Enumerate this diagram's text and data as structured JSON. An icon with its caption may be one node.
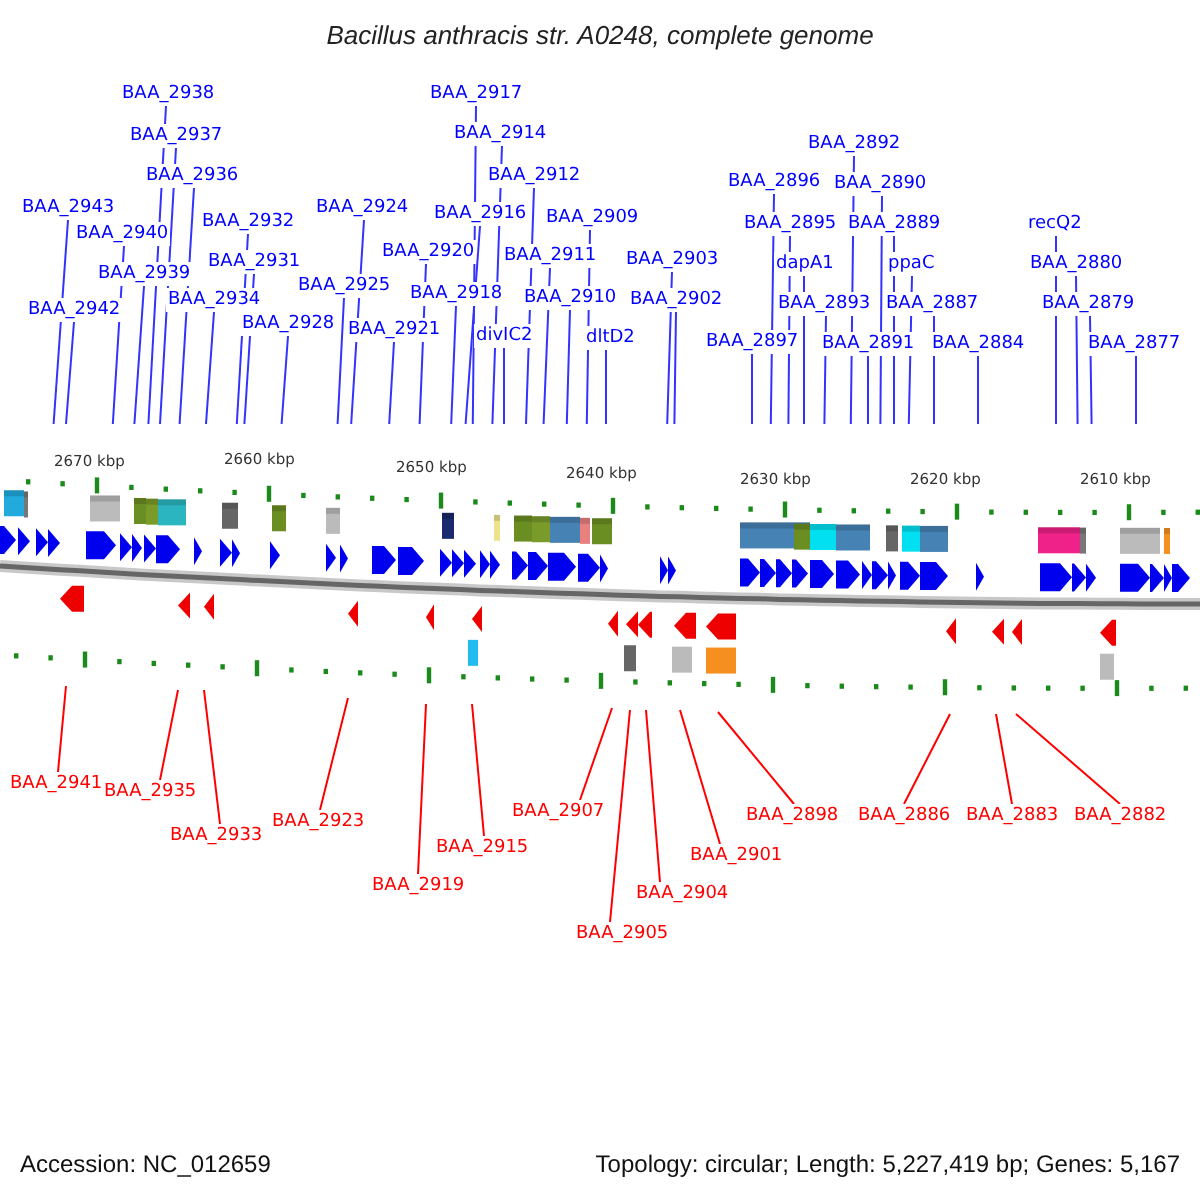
{
  "diagram": {
    "title": "Bacillus anthracis str. A0248, complete genome",
    "nodes": [
      {
        "text": [
          "BAA_2943"
        ]
      },
      {
        "text": [
          "BAA_2942"
        ]
      },
      {
        "text": [
          "BAA_2940"
        ]
      },
      {
        "text": [
          "BAA_2939"
        ]
      },
      {
        "text": [
          "BAA_2938"
        ]
      },
      {
        "text": [
          "BAA_2937"
        ]
      },
      {
        "text": [
          "BAA_2936"
        ]
      },
      {
        "text": [
          "BAA_2934"
        ]
      },
      {
        "text": [
          "BAA_2932"
        ]
      },
      {
        "text": [
          "BAA_2931"
        ]
      },
      {
        "text": [
          "BAA_2928"
        ]
      },
      {
        "text": [
          "BAA_2925"
        ]
      },
      {
        "text": [
          "BAA_2924"
        ]
      },
      {
        "text": [
          "BAA_2921"
        ]
      },
      {
        "text": [
          "BAA_2920"
        ]
      },
      {
        "text": [
          "BAA_2918"
        ]
      },
      {
        "text": [
          "BAA_2917"
        ]
      },
      {
        "text": [
          "BAA_2916"
        ]
      },
      {
        "text": [
          "BAA_2914"
        ]
      },
      {
        "text": [
          "divIC2"
        ]
      },
      {
        "text": [
          "BAA_2912"
        ]
      },
      {
        "text": [
          "BAA_2911"
        ]
      },
      {
        "text": [
          "BAA_2910"
        ]
      },
      {
        "text": [
          "BAA_2909"
        ]
      },
      {
        "text": [
          "dltD2"
        ]
      },
      {
        "text": [
          "BAA_2903"
        ]
      },
      {
        "text": [
          "BAA_2902"
        ]
      },
      {
        "text": [
          "BAA_2897"
        ]
      },
      {
        "text": [
          "BAA_2896"
        ]
      },
      {
        "text": [
          "BAA_2895"
        ]
      },
      {
        "text": [
          "dapA1"
        ]
      },
      {
        "text": [
          "BAA_2893"
        ]
      },
      {
        "text": [
          "BAA_2892"
        ]
      },
      {
        "text": [
          "BAA_2891"
        ]
      },
      {
        "text": [
          "BAA_2890"
        ]
      },
      {
        "text": [
          "BAA_2889"
        ]
      },
      {
        "text": [
          "ppaC"
        ]
      },
      {
        "text": [
          "BAA_2887"
        ]
      },
      {
        "text": [
          "BAA_2884"
        ]
      },
      {
        "text": [
          "recQ2"
        ]
      },
      {
        "text": [
          "BAA_2880"
        ]
      },
      {
        "text": [
          "BAA_2879"
        ]
      },
      {
        "text": [
          "BAA_2877"
        ]
      },
      {
        "text": [
          "BAA_2941"
        ]
      },
      {
        "text": [
          "BAA_2935"
        ]
      },
      {
        "text": [
          "BAA_2933"
        ]
      },
      {
        "text": [
          "BAA_2923"
        ]
      },
      {
        "text": [
          "BAA_2919"
        ]
      },
      {
        "text": [
          "BAA_2915"
        ]
      },
      {
        "text": [
          "BAA_2907"
        ]
      },
      {
        "text": [
          "BAA_2905"
        ]
      },
      {
        "text": [
          "BAA_2904"
        ]
      },
      {
        "text": [
          "BAA_2901"
        ]
      },
      {
        "text": [
          "BAA_2898"
        ]
      },
      {
        "text": [
          "BAA_2886"
        ]
      },
      {
        "text": [
          "BAA_2883"
        ]
      },
      {
        "text": [
          "BAA_2882"
        ]
      }
    ],
    "edges": [
      {
        "from": 0,
        "to": null,
        "arrow": "none"
      },
      {
        "from": 1,
        "to": null,
        "arrow": "none"
      },
      {
        "from": 2,
        "to": null,
        "arrow": "none"
      },
      {
        "from": 3,
        "to": null,
        "arrow": "none"
      },
      {
        "from": 4,
        "to": null,
        "arrow": "none"
      },
      {
        "from": 5,
        "to": null,
        "arrow": "none"
      },
      {
        "from": 6,
        "to": null,
        "arrow": "none"
      },
      {
        "from": 7,
        "to": null,
        "arrow": "none"
      },
      {
        "from": 8,
        "to": null,
        "arrow": "none"
      },
      {
        "from": 9,
        "to": null,
        "arrow": "none"
      },
      {
        "from": 10,
        "to": null,
        "arrow": "none"
      },
      {
        "from": 11,
        "to": null,
        "arrow": "none"
      },
      {
        "from": 12,
        "to": null,
        "arrow": "none"
      },
      {
        "from": 13,
        "to": null,
        "arrow": "none"
      },
      {
        "from": 14,
        "to": null,
        "arrow": "none"
      },
      {
        "from": 15,
        "to": null,
        "arrow": "none"
      },
      {
        "from": 16,
        "to": null,
        "arrow": "none"
      },
      {
        "from": 17,
        "to": null,
        "arrow": "none"
      },
      {
        "from": 18,
        "to": null,
        "arrow": "none"
      },
      {
        "from": 19,
        "to": null,
        "arrow": "none"
      },
      {
        "from": 20,
        "to": null,
        "arrow": "none"
      },
      {
        "from": 21,
        "to": null,
        "arrow": "none"
      },
      {
        "from": 22,
        "to": null,
        "arrow": "none"
      },
      {
        "from": 23,
        "to": null,
        "arrow": "none"
      },
      {
        "from": 24,
        "to": null,
        "arrow": "none"
      },
      {
        "from": 25,
        "to": null,
        "arrow": "none"
      },
      {
        "from": 26,
        "to": null,
        "arrow": "none"
      },
      {
        "from": 27,
        "to": null,
        "arrow": "none"
      },
      {
        "from": 28,
        "to": null,
        "arrow": "none"
      },
      {
        "from": 29,
        "to": null,
        "arrow": "none"
      },
      {
        "from": 30,
        "to": null,
        "arrow": "none"
      },
      {
        "from": 31,
        "to": null,
        "arrow": "none"
      },
      {
        "from": 32,
        "to": null,
        "arrow": "none"
      },
      {
        "from": 33,
        "to": null,
        "arrow": "none"
      },
      {
        "from": 34,
        "to": null,
        "arrow": "none"
      },
      {
        "from": 35,
        "to": null,
        "arrow": "none"
      },
      {
        "from": 36,
        "to": null,
        "arrow": "none"
      },
      {
        "from": 37,
        "to": null,
        "arrow": "none"
      },
      {
        "from": 38,
        "to": null,
        "arrow": "none"
      },
      {
        "from": 39,
        "to": null,
        "arrow": "none"
      },
      {
        "from": 40,
        "to": null,
        "arrow": "none"
      },
      {
        "from": 41,
        "to": null,
        "arrow": "none"
      },
      {
        "from": 42,
        "to": null,
        "arrow": "none"
      },
      {
        "from": 43,
        "to": null,
        "arrow": "none",
        "color": "#ff0000"
      },
      {
        "from": 44,
        "to": null,
        "arrow": "none",
        "color": "#ff0000"
      },
      {
        "from": 45,
        "to": null,
        "arrow": "none",
        "color": "#ff0000"
      },
      {
        "from": 46,
        "to": null,
        "arrow": "none",
        "color": "#ff0000"
      },
      {
        "from": 47,
        "to": null,
        "arrow": "none",
        "color": "#ff0000"
      },
      {
        "from": 48,
        "to": null,
        "arrow": "none",
        "color": "#ff0000"
      },
      {
        "from": 49,
        "to": null,
        "arrow": "none",
        "color": "#ff0000"
      },
      {
        "from": 50,
        "to": null,
        "arrow": "none",
        "color": "#ff0000"
      },
      {
        "from": 51,
        "to": null,
        "arrow": "none",
        "color": "#ff0000"
      },
      {
        "from": 52,
        "to": null,
        "arrow": "none",
        "color": "#ff0000"
      },
      {
        "from": 53,
        "to": null,
        "arrow": "none",
        "color": "#ff0000"
      },
      {
        "from": 54,
        "to": null,
        "arrow": "none",
        "color": "#ff0000"
      },
      {
        "from": 55,
        "to": null,
        "arrow": "none",
        "color": "#ff0000"
      },
      {
        "from": 56,
        "to": null,
        "arrow": "none",
        "color": "#ff0000"
      }
    ],
    "labels": [
      "2670 kbp",
      "2660 kbp",
      "2650 kbp",
      "2640 kbp",
      "2630 kbp",
      "2620 kbp",
      "2610 kbp",
      "Accession: NC_012659",
      "Topology: circular; Length: 5,227,419 bp; Genes: 5,167"
    ]
  }
}
